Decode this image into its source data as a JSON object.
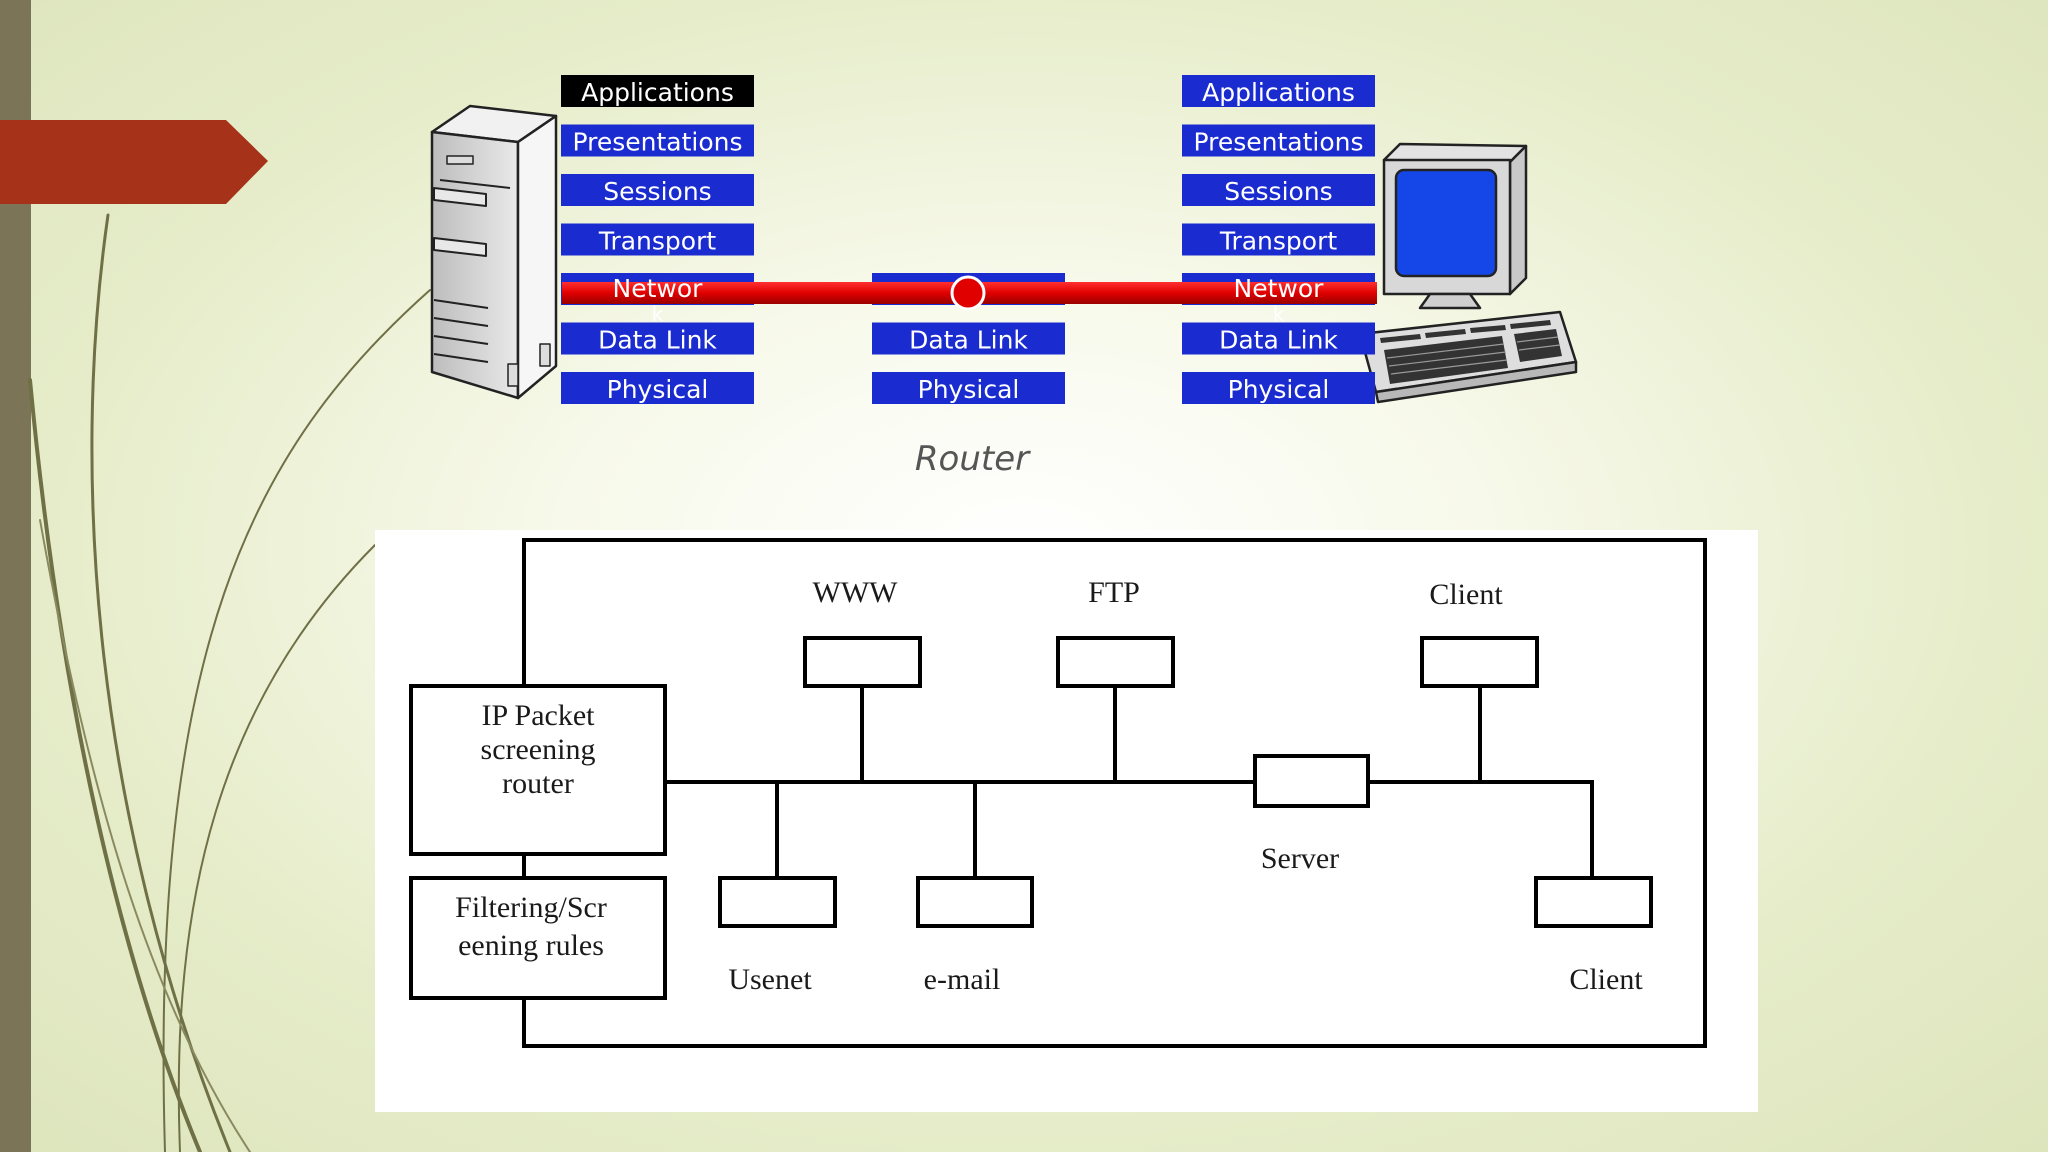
{
  "colors": {
    "sidebar": "#7c7456",
    "accent_arrow": "#a63219",
    "layer_blue": "#1a2bd0",
    "layer_dark": "#000000",
    "link_red": "#e00000",
    "monitor_screen": "#1546e8"
  },
  "icons": {
    "server": "server-tower-icon",
    "workstation": "desktop-computer-icon",
    "router_node": "router-node-icon"
  },
  "osi": {
    "left_stack": [
      "Applications",
      "Presentations",
      "Sessions",
      "Transport",
      "Networ\nk",
      "Data Link",
      "Physical"
    ],
    "router_stack": [
      "Data Link",
      "Physical"
    ],
    "right_stack": [
      "Applications",
      "Presentations",
      "Sessions",
      "Transport",
      "Networ\nk",
      "Data Link",
      "Physical"
    ],
    "router_label": "Router"
  },
  "network": {
    "router_box": "IP Packet\nscreening\nrouter",
    "rules_box": "Filtering/Scr\neening rules",
    "nodes": {
      "www": "WWW",
      "ftp": "FTP",
      "client_top": "Client",
      "server": "Server",
      "usenet": "Usenet",
      "email": "e-mail",
      "client_bottom": "Client"
    }
  }
}
